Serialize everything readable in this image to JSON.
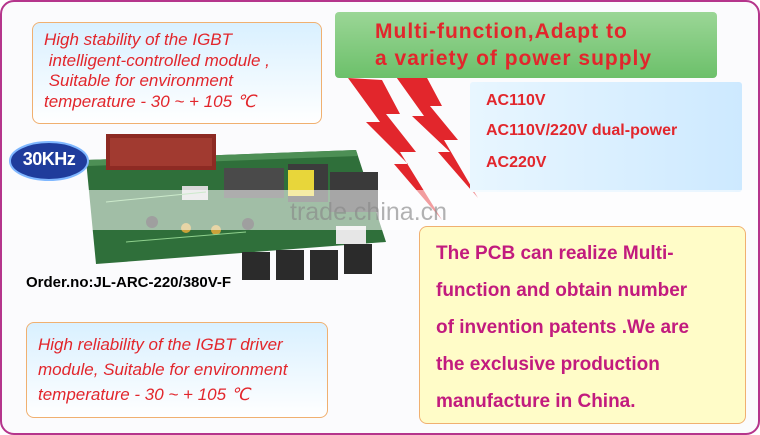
{
  "callouts": {
    "top": "High stability of the IGBT\n intelligent-controlled module ,\n Suitable for environment\ntemperature - 30 ~ + 105 ℃",
    "bottom": "High reliability of the IGBT driver\nmodule, Suitable for environment\ntemperature - 30 ~ + 105 ℃"
  },
  "title": "Multi-function,Adapt to\na variety of power supply",
  "power_options": [
    "AC110V",
    "AC110V/220V dual-power",
    "AC220V"
  ],
  "description": "The PCB can realize Multi-\nfunction and obtain number\nof invention patents .We are\nthe exclusive production\nmanufacture in China.",
  "badge": "30KHz",
  "order_number": "Order.no:JL-ARC-220/380V-F",
  "watermark": "trade.china.cn",
  "colors": {
    "accent_red": "#e2262c",
    "accent_magenta": "#c21b7e",
    "border_orange": "#f0b070",
    "title_green": "#7cc67a"
  }
}
